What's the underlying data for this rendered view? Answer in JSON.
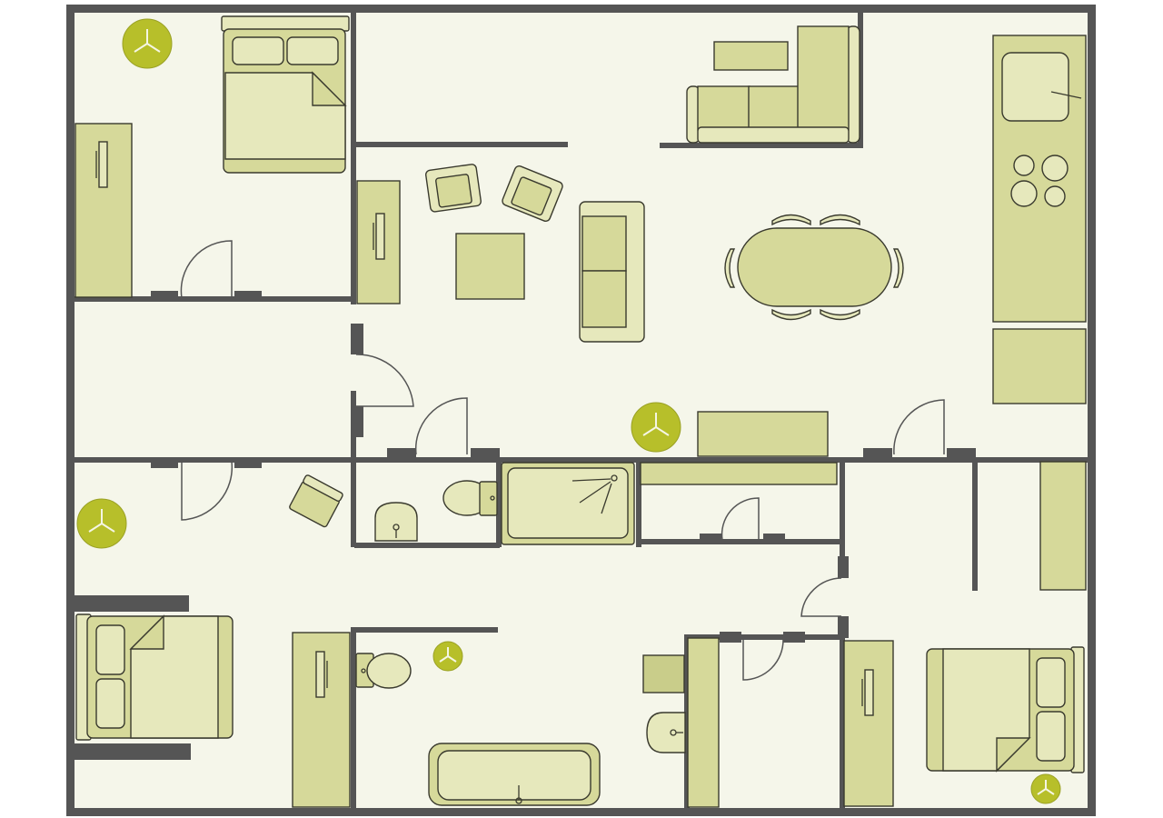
{
  "diagram": {
    "kind": "apartment-floor-plan",
    "labels": []
  },
  "colors": {
    "floor": "#f5f6ea",
    "wall": "#555555",
    "furniture": "#d6d99a",
    "furniture_light": "#e6e8bc",
    "outline": "#3a3a2e",
    "plant": "#b7bf2a",
    "background": "#ffffff"
  },
  "rooms": [
    {
      "name": "bedroom-top-left",
      "furniture": [
        "double-bed",
        "wardrobe",
        "plant"
      ]
    },
    {
      "name": "living-room",
      "furniture": [
        "armchair",
        "armchair",
        "coffee-table",
        "sofa",
        "wardrobe"
      ]
    },
    {
      "name": "lounge-top",
      "furniture": [
        "corner-sofa",
        "tv-stand"
      ]
    },
    {
      "name": "dining-kitchen",
      "furniture": [
        "dining-table",
        "chairs",
        "kitchen-counter",
        "sink",
        "cooktop",
        "plant"
      ]
    },
    {
      "name": "hallway",
      "furniture": [
        "plant",
        "stool"
      ]
    },
    {
      "name": "small-bathroom",
      "furniture": [
        "toilet",
        "sink",
        "bathtub"
      ]
    },
    {
      "name": "bedroom-bottom-left",
      "furniture": [
        "double-bed"
      ]
    },
    {
      "name": "bathroom-bottom",
      "furniture": [
        "toilet",
        "bathtub",
        "wardrobe",
        "plant"
      ]
    },
    {
      "name": "utility-bottom",
      "furniture": [
        "washing-machine",
        "sink"
      ]
    },
    {
      "name": "bedroom-bottom-right",
      "furniture": [
        "double-bed",
        "wardrobe",
        "plant"
      ]
    }
  ]
}
